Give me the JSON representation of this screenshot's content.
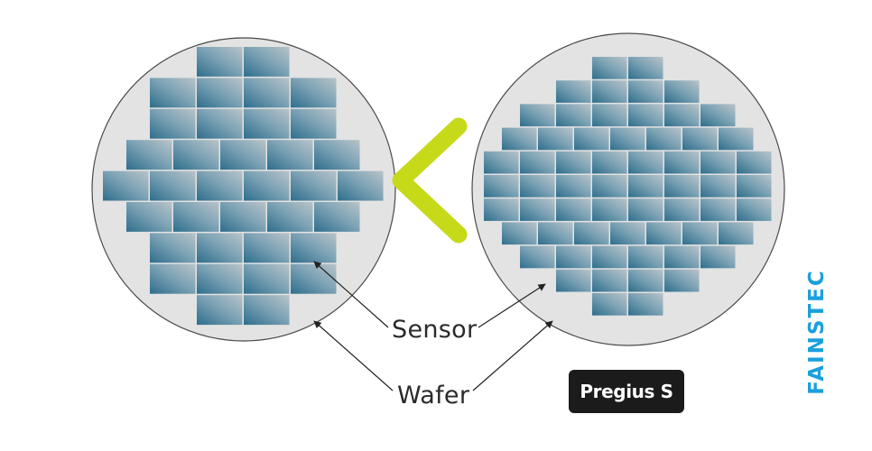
{
  "labels": {
    "sensor": "Sensor",
    "wafer": "Wafer"
  },
  "badge": {
    "text": "Pregius S"
  },
  "brand": {
    "text": "FAINSTEC",
    "color": "#1aa0dc"
  },
  "colors": {
    "wafer_fill": "#e3e3e3",
    "wafer_stroke": "#4a4a4a",
    "sensor_dark": "#2e6e8c",
    "sensor_light": "#b8c3c9",
    "chevron": "#c6da1a",
    "arrow": "#222222"
  },
  "wafers": [
    {
      "name": "left-wafer",
      "sensor_rows": [
        2,
        4,
        4,
        5,
        6,
        5,
        4,
        4,
        2
      ]
    },
    {
      "name": "right-wafer",
      "sensor_rows": [
        2,
        4,
        6,
        7,
        8,
        8,
        8,
        7,
        6,
        4,
        2
      ]
    }
  ]
}
